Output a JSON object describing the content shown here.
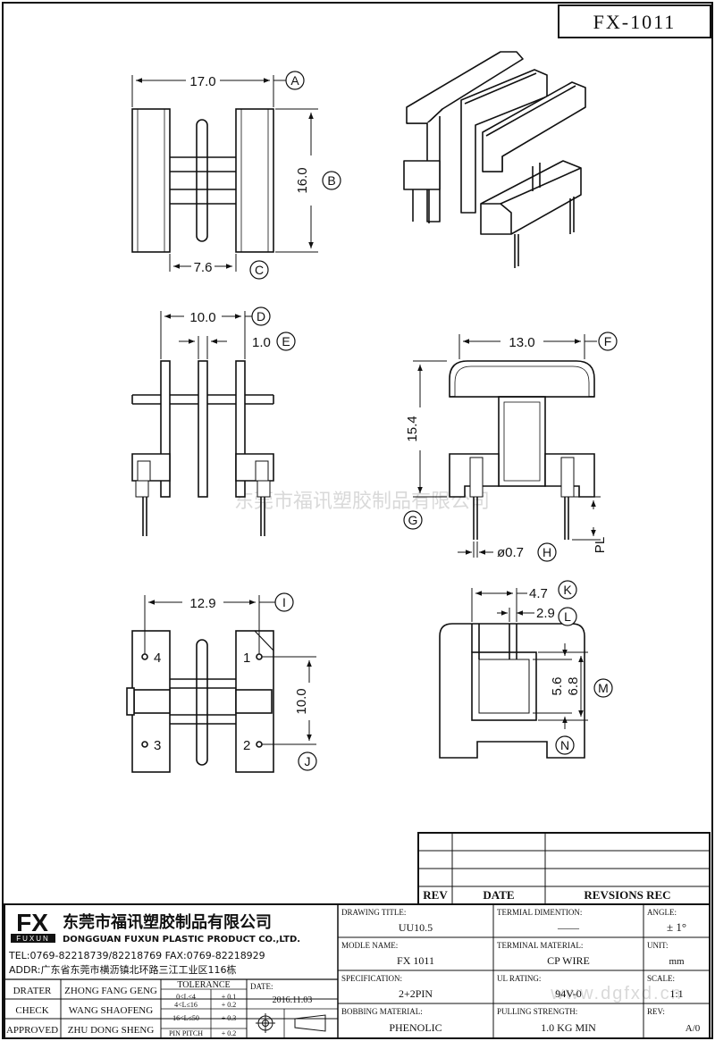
{
  "part_number": "FX-1011",
  "watermark": {
    "company": "东莞市福讯塑胶制品有限公司",
    "url": "www.dgfxd.cn"
  },
  "callouts": [
    "A",
    "B",
    "C",
    "D",
    "E",
    "F",
    "G",
    "H",
    "I",
    "J",
    "K",
    "L",
    "M",
    "N"
  ],
  "dimensions": {
    "top_width": "17.0",
    "top_height": "16.0",
    "top_inner": "7.6",
    "front_width": "10.0",
    "front_gap": "1.0",
    "side_width": "13.0",
    "side_height": "15.4",
    "pin_dia": "ø0.7",
    "pin_length": "PL",
    "bottom_width": "12.9",
    "bottom_height": "10.0",
    "end_47": "4.7",
    "end_29": "2.9",
    "end_56": "5.6",
    "end_68": "6.8"
  },
  "pins": [
    "1",
    "2",
    "3",
    "4"
  ],
  "revision_table": {
    "rev": "REV",
    "date": "DATE",
    "rec": "REVSIONS REC"
  },
  "company": {
    "logo": "FX",
    "logo_sub": "FUXUN",
    "name_cn": "东莞市福讯塑胶制品有限公司",
    "name_en": "DONGGUAN FUXUN PLASTIC PRODUCT CO.,LTD.",
    "tel": "TEL:0769-82218739/82218769 FAX:0769-82218929",
    "addr": "ADDR:广东省东莞市横沥镇北环路三江工业区116栋"
  },
  "people": {
    "drater_label": "DRATER",
    "drater": "ZHONG FANG GENG",
    "check_label": "CHECK",
    "check": "WANG SHAOFENG",
    "approved_label": "APPROVED",
    "approved": "ZHU DONG SHENG"
  },
  "tolerance": {
    "title": "TOLERANCE",
    "rows": [
      [
        "0<L≤4",
        "+ 0.1"
      ],
      [
        "4<L≤16",
        "+ 0.2"
      ],
      [
        "16<L≤50",
        "+ 0.3"
      ],
      [
        "PIN PITCH",
        "+ 0.2"
      ]
    ]
  },
  "date": {
    "label": "DATE:",
    "value": "2016.11.03"
  },
  "fields": {
    "drawing_title_label": "DRAWING TITLE:",
    "drawing_title": "UU10.5",
    "terminal_dim_label": "TERMIAL DIMENTION:",
    "terminal_dim": "——",
    "angle_label": "ANGLE:",
    "angle": "± 1°",
    "model_label": "MODLE NAME:",
    "model": "FX 1011",
    "terminal_mat_label": "TERMINAL MATERIAL:",
    "terminal_mat": "CP WIRE",
    "unit_label": "UNIT:",
    "unit": "mm",
    "spec_label": "SPECIFICATION:",
    "spec": "2+2PIN",
    "ul_label": "UL RATING:",
    "ul": "94V-0",
    "scale_label": "SCALE:",
    "scale": "1:1",
    "bobbin_label": "BOBBING MATERIAL:",
    "bobbin": "PHENOLIC",
    "pull_label": "PULLING STRENGTH:",
    "pull": "1.0 KG MIN",
    "rev_label": "REV:",
    "rev": "A/0"
  }
}
